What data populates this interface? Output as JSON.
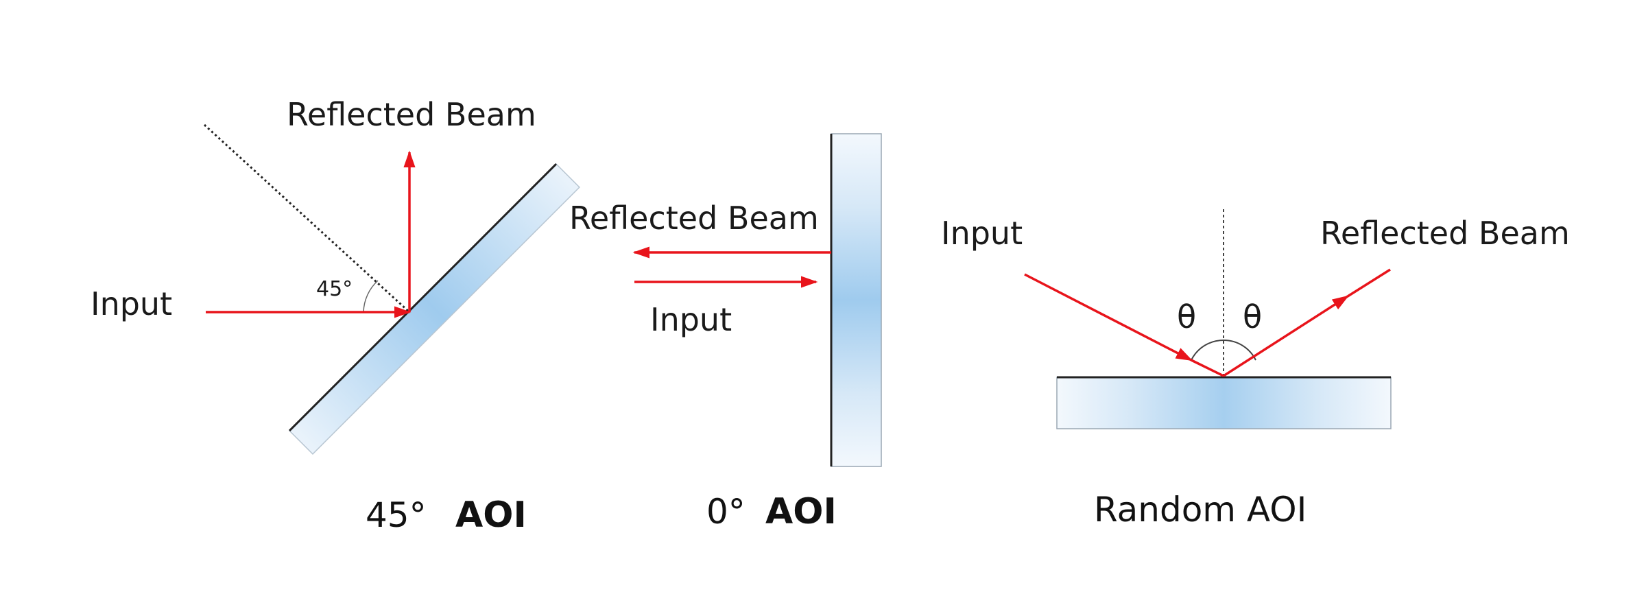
{
  "colors": {
    "beam": "#e8141b",
    "glass_edge": "#eaf3fb",
    "glass_center": "#9fcbee",
    "outline": "#222222"
  },
  "panels": [
    {
      "id": "aoi-45",
      "reflected_label": "Reflected Beam",
      "input_label": "Input",
      "angle_label": "45°",
      "caption_num": "45°",
      "caption_text": "AOI"
    },
    {
      "id": "aoi-0",
      "reflected_label": "Reflected Beam",
      "input_label": "Input",
      "caption_num": "0°",
      "caption_text": "AOI"
    },
    {
      "id": "aoi-random",
      "input_label": "Input",
      "reflected_label": "Reflected Beam",
      "angle_left": "θ",
      "angle_right": "θ",
      "caption_text": "Random AOI"
    }
  ]
}
